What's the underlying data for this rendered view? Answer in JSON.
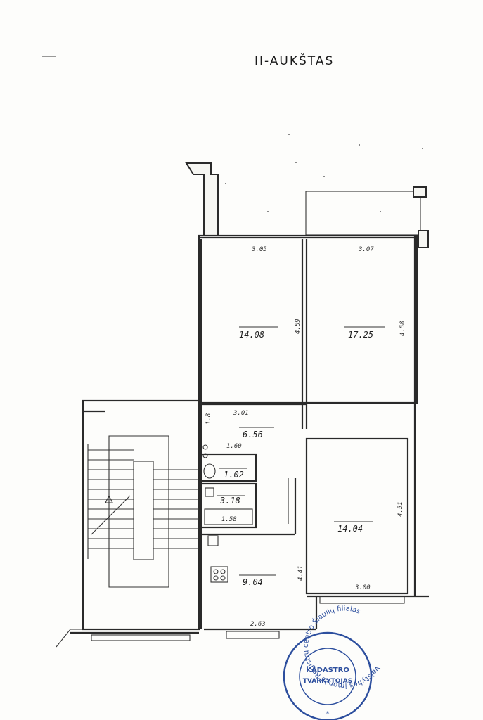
{
  "title": "II-AUKŠTAS",
  "rooms": {
    "room1_area": "14.08",
    "room2_area": "17.25",
    "hall_area": "6.56",
    "wc_area": "1.02",
    "bath_area": "3.18",
    "bath_dim": "1.58",
    "kitchen_area": "9.04",
    "room3_area": "14.04"
  },
  "dims": {
    "d305": "3.05",
    "d307": "3.07",
    "d459": "4.59",
    "d458": "4.58",
    "d301": "3.01",
    "d18": "1.8",
    "d160": "1.60",
    "d441": "4.41",
    "d300": "3.00",
    "d451": "4.51",
    "d263": "2.63"
  },
  "stamp": {
    "ring_text": "Valstybės įmonės Registrų centro Šiaulių filialas",
    "line1": "KADASTRO",
    "line2": "TVARKYTOJAS",
    "star": "*"
  }
}
